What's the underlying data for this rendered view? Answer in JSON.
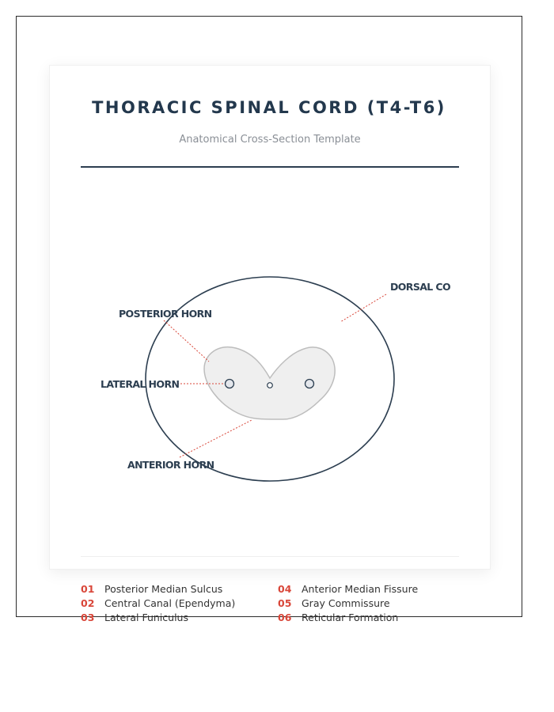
{
  "header": {
    "title": "THORACIC SPINAL CORD (T4-T6)",
    "subtitle": "Anatomical Cross-Section Template"
  },
  "diagram": {
    "labels": {
      "posterior_horn": "POSTERIOR HORN",
      "lateral_horn": "LATERAL HORN",
      "anterior_horn": "ANTERIOR HORN",
      "dorsal_column": "DORSAL CO"
    },
    "colors": {
      "outline": "#2c3e50",
      "gray_matter_fill": "#efefef",
      "gray_matter_stroke": "#bdbdbd",
      "leader_line": "#d9473a"
    }
  },
  "legend": {
    "items": [
      {
        "num": "01",
        "text": "Posterior Median Sulcus"
      },
      {
        "num": "02",
        "text": "Central Canal (Ependyma)"
      },
      {
        "num": "03",
        "text": "Lateral Funiculus"
      },
      {
        "num": "04",
        "text": "Anterior Median Fissure"
      },
      {
        "num": "05",
        "text": "Gray Commissure"
      },
      {
        "num": "06",
        "text": "Reticular Formation"
      }
    ]
  }
}
